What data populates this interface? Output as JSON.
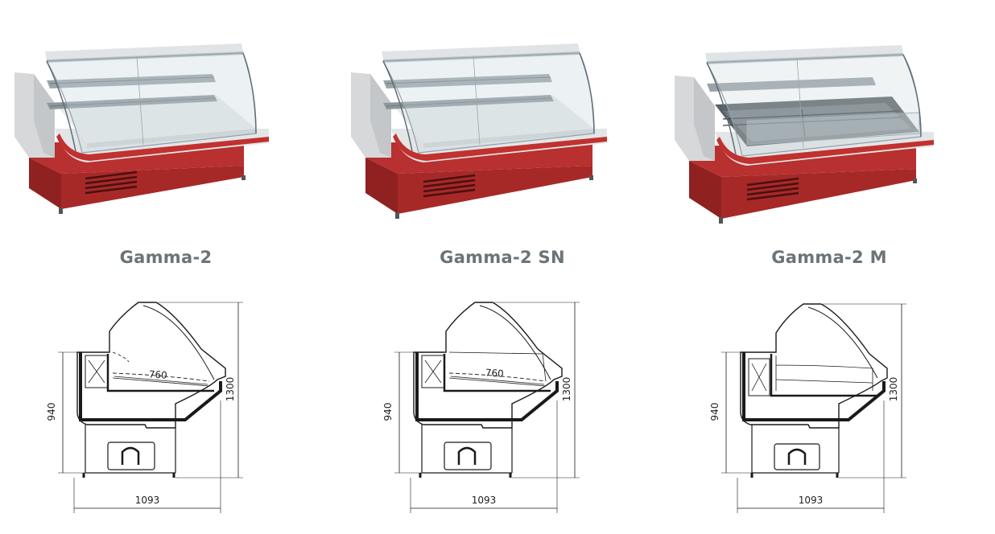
{
  "products": [
    {
      "name": "Gamma-2",
      "variant": "plain",
      "dims": {
        "depth": "1093",
        "height": "1300",
        "counter_height": "940",
        "inner_depth": "760"
      }
    },
    {
      "name": "Gamma-2 SN",
      "variant": "sn",
      "dims": {
        "depth": "1093",
        "height": "1300",
        "counter_height": "940",
        "inner_depth": "760"
      }
    },
    {
      "name": "Gamma-2  M",
      "variant": "m",
      "dims": {
        "depth": "1093",
        "height": "1300",
        "counter_height": "940",
        "inner_depth": ""
      }
    }
  ],
  "colors": {
    "body_red": "#b8302f",
    "body_red_dark": "#8f2221",
    "panel_grey": "#d6d8da",
    "panel_grey_light": "#eceeef",
    "glass": "#c9d6dc",
    "label_grey": "#6b7478"
  }
}
